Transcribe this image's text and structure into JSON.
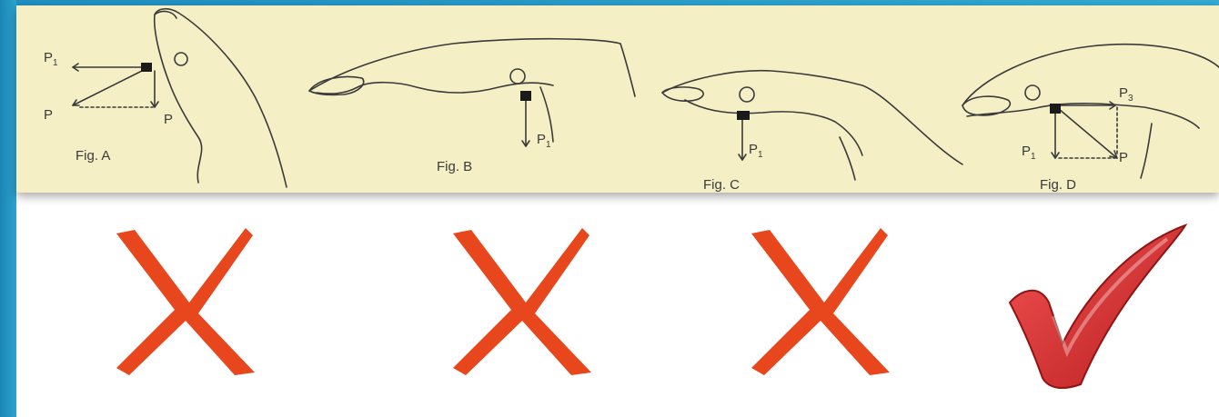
{
  "figures": [
    {
      "caption": "Fig. A",
      "force_labels": [
        "P",
        "P",
        "P"
      ]
    },
    {
      "caption": "Fig. B",
      "force_labels": [
        "P"
      ]
    },
    {
      "caption": "Fig. C",
      "force_labels": [
        "P"
      ]
    },
    {
      "caption": "Fig. D",
      "force_labels": [
        "P",
        "P",
        "P"
      ]
    }
  ],
  "subscripts": [
    "1",
    "1",
    "1",
    "1",
    "3"
  ],
  "verdicts": [
    {
      "mark": "cross-icon",
      "color": "#e8461c"
    },
    {
      "mark": "cross-icon",
      "color": "#e8461c"
    },
    {
      "mark": "cross-icon",
      "color": "#e8461c"
    },
    {
      "mark": "checkmark-icon",
      "color": "#d42a2a"
    }
  ],
  "colors": {
    "accent": "#2ea3cf",
    "paper": "#f5efc6",
    "line": "#3a3a3a"
  }
}
